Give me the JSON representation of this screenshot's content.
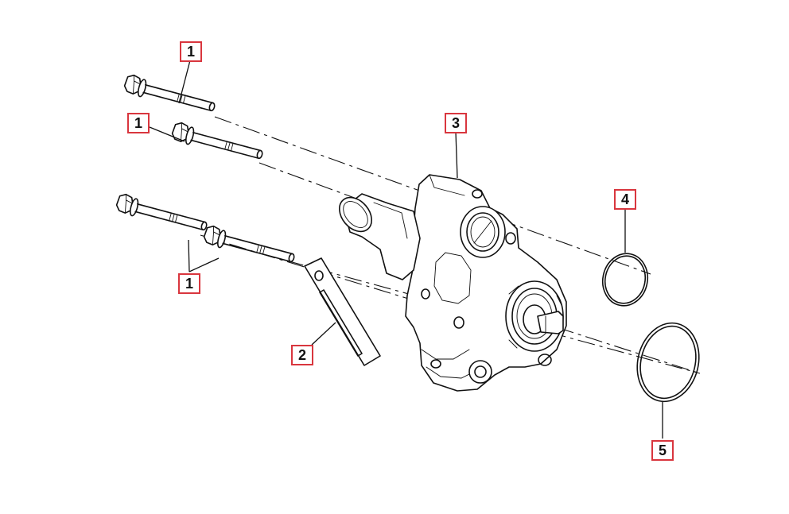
{
  "diagram": {
    "callouts": [
      {
        "id": "c1a",
        "label": "1"
      },
      {
        "id": "c1b",
        "label": "1"
      },
      {
        "id": "c1c",
        "label": "1"
      },
      {
        "id": "c2",
        "label": "2"
      },
      {
        "id": "c3",
        "label": "3"
      },
      {
        "id": "c4",
        "label": "4"
      },
      {
        "id": "c5",
        "label": "5"
      }
    ],
    "parts": {
      "bolt": "flange-bolt",
      "plate": "slotted-plate",
      "pump": "water-pump-housing",
      "small_ring": "o-ring-small",
      "large_ring": "o-ring-large"
    },
    "colors": {
      "callout_border": "#d9363e",
      "line": "#111111",
      "background": "#ffffff"
    }
  }
}
